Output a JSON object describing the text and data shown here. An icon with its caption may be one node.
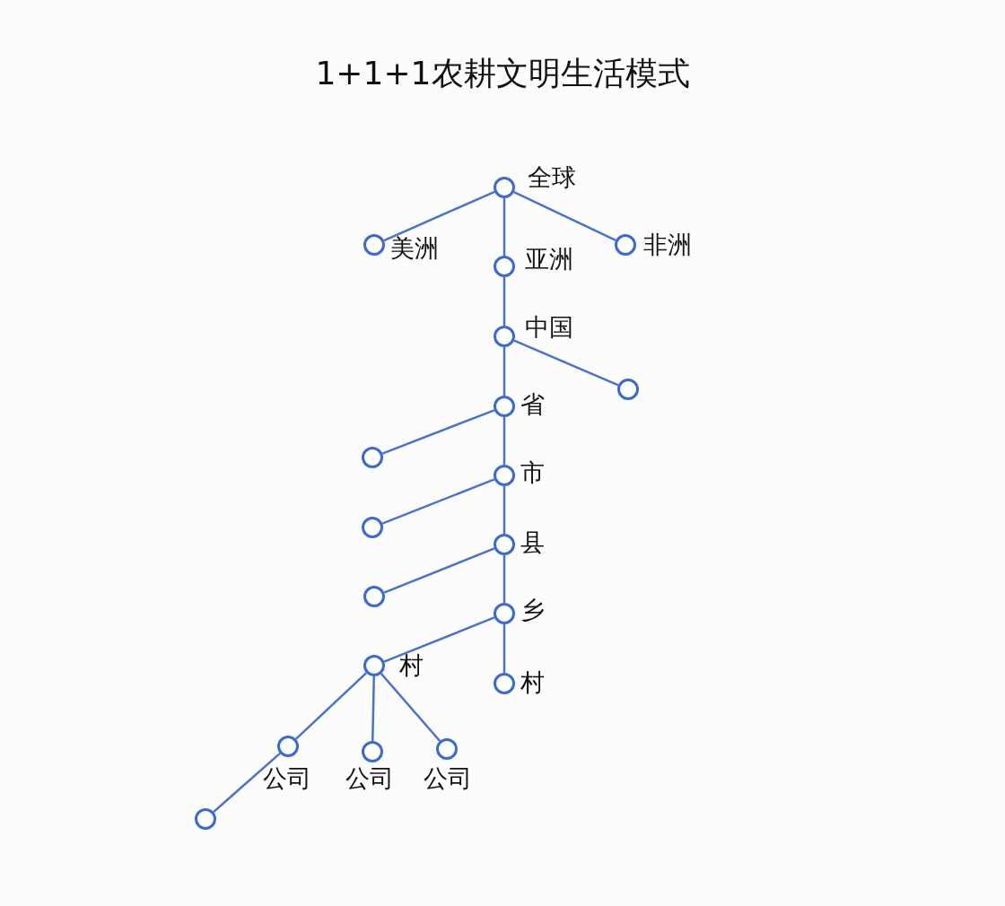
{
  "diagram": {
    "title": "1+1+1农耕文明生活模式",
    "nodes": [
      {
        "text": [],
        "shape": "circle",
        "beside": [
          "全球"
        ]
      },
      {
        "text": [],
        "shape": "circle",
        "beside": [
          "美洲"
        ]
      },
      {
        "text": [],
        "shape": "circle",
        "beside": [
          "亚洲"
        ]
      },
      {
        "text": [],
        "shape": "circle",
        "beside": [
          "非洲"
        ]
      },
      {
        "text": [],
        "shape": "circle",
        "beside": [
          "中国"
        ]
      },
      {
        "text": [],
        "shape": "circle"
      },
      {
        "text": [],
        "shape": "circle",
        "beside": [
          "省"
        ]
      },
      {
        "text": [],
        "shape": "circle"
      },
      {
        "text": [],
        "shape": "circle",
        "beside": [
          "市"
        ]
      },
      {
        "text": [],
        "shape": "circle"
      },
      {
        "text": [],
        "shape": "circle",
        "beside": [
          "县"
        ]
      },
      {
        "text": [],
        "shape": "circle"
      },
      {
        "text": [],
        "shape": "circle",
        "beside": [
          "乡"
        ]
      },
      {
        "text": [],
        "shape": "circle",
        "beside": [
          "村"
        ]
      },
      {
        "text": [],
        "shape": "circle",
        "beside": [
          "村"
        ]
      },
      {
        "text": [],
        "shape": "circle",
        "beside": [
          "公司"
        ]
      },
      {
        "text": [],
        "shape": "circle",
        "beside": [
          "公司"
        ]
      },
      {
        "text": [],
        "shape": "circle",
        "beside": [
          "公司"
        ]
      },
      {
        "text": [],
        "shape": "circle"
      }
    ],
    "edges": [
      {
        "from": 0,
        "to": 1,
        "arrow": "none"
      },
      {
        "from": 0,
        "to": 2,
        "arrow": "none"
      },
      {
        "from": 0,
        "to": 3,
        "arrow": "none"
      },
      {
        "from": 2,
        "to": 4,
        "arrow": "none"
      },
      {
        "from": 4,
        "to": 5,
        "arrow": "none"
      },
      {
        "from": 4,
        "to": 6,
        "arrow": "none"
      },
      {
        "from": 6,
        "to": 7,
        "arrow": "none"
      },
      {
        "from": 6,
        "to": 8,
        "arrow": "none"
      },
      {
        "from": 8,
        "to": 9,
        "arrow": "none"
      },
      {
        "from": 8,
        "to": 10,
        "arrow": "none"
      },
      {
        "from": 10,
        "to": 11,
        "arrow": "none"
      },
      {
        "from": 10,
        "to": 12,
        "arrow": "none"
      },
      {
        "from": 12,
        "to": 13,
        "arrow": "none"
      },
      {
        "from": 12,
        "to": 14,
        "arrow": "none"
      },
      {
        "from": 13,
        "to": 15,
        "arrow": "none"
      },
      {
        "from": 13,
        "to": 16,
        "arrow": "none"
      },
      {
        "from": 13,
        "to": 17,
        "arrow": "none"
      },
      {
        "from": 15,
        "to": 18,
        "arrow": "none"
      }
    ]
  }
}
